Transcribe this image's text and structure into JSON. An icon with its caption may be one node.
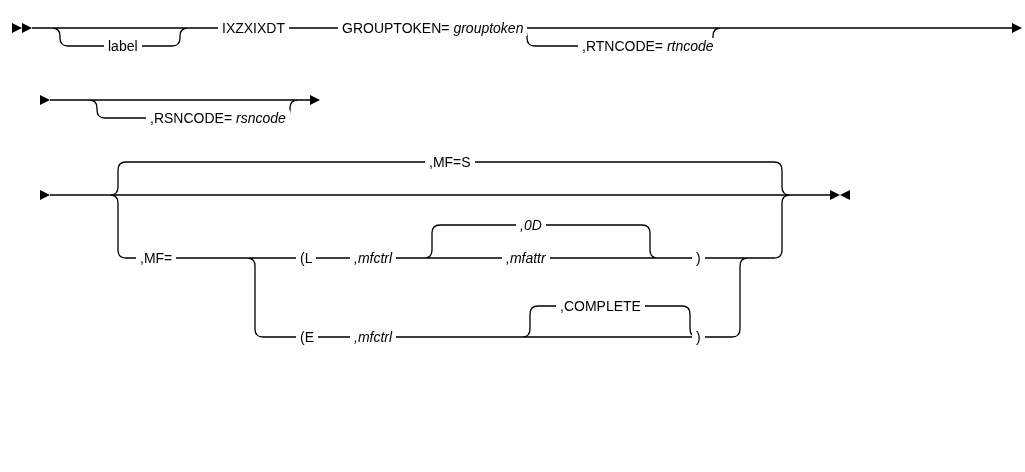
{
  "diagram": {
    "labels": [
      "IXZXIXDT",
      "GROUPTOKEN= *grouptoken*",
      "label",
      ",RTNCODE= *rtncode*",
      ",RSNCODE= *rsncode*",
      ",MF=S",
      ",MF=",
      "(L",
      ",mfctrl",
      ",0D",
      ",mfattr",
      ")",
      "(E",
      ",mfctrl",
      ",COMPLETE",
      ")"
    ]
  }
}
